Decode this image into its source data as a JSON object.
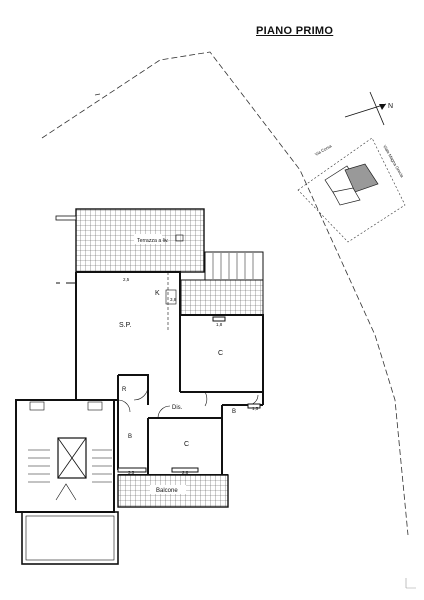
{
  "title": "PIANO PRIMO",
  "north_label": "N",
  "site_map": {
    "street_1": "Via Corsa",
    "street_2": "Viale Magna Grecia"
  },
  "rooms": {
    "terrace": "Terrazza a liv.",
    "kitchen": "K",
    "living": "S.P.",
    "room_c_top": "C",
    "room_r": "R",
    "dis": "Dis.",
    "bath_right": "B",
    "bath_left": "B",
    "room_c_bottom": "C",
    "balcony": "Balcone"
  },
  "heights": {
    "h1": "2,5",
    "h2": "3,8",
    "h3": "1,8",
    "h4": "1,5",
    "h5": "3,5",
    "h6": "2,8"
  }
}
